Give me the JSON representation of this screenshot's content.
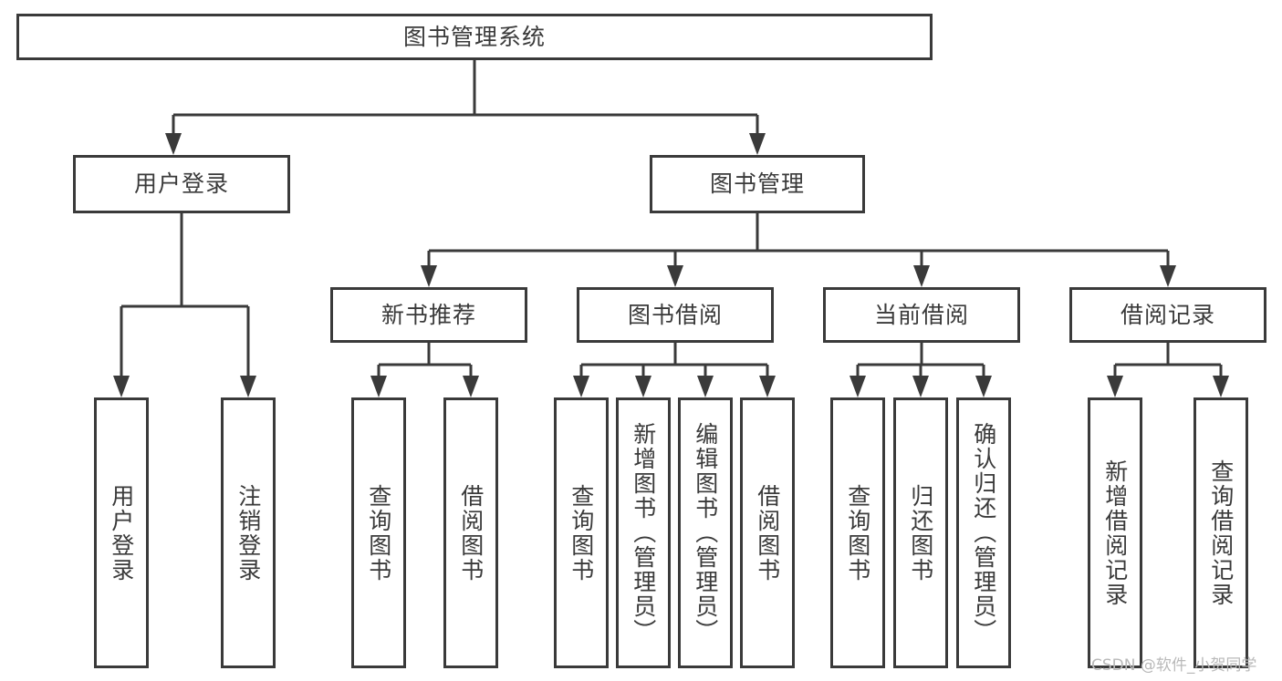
{
  "diagram": {
    "type": "tree-hierarchy-diagram",
    "title": "图书管理系统",
    "colors": {
      "stroke": "#3a3a3a",
      "fill": "#ffffff",
      "text": "#3a3a3a",
      "watermark": "#b9b9b9"
    },
    "root": {
      "id": "root",
      "label": "图书管理系统",
      "orientation": "horizontal"
    },
    "level2": [
      {
        "id": "user-login",
        "label": "用户登录",
        "orientation": "horizontal"
      },
      {
        "id": "book-management",
        "label": "图书管理",
        "orientation": "horizontal"
      }
    ],
    "level3": [
      {
        "id": "new-book-recommend",
        "label": "新书推荐",
        "orientation": "horizontal",
        "parent": "book-management"
      },
      {
        "id": "book-borrow",
        "label": "图书借阅",
        "orientation": "horizontal",
        "parent": "book-management"
      },
      {
        "id": "current-borrow",
        "label": "当前借阅",
        "orientation": "horizontal",
        "parent": "book-management"
      },
      {
        "id": "borrow-record",
        "label": "借阅记录",
        "orientation": "horizontal",
        "parent": "book-management"
      }
    ],
    "leaves": {
      "user-login": [
        {
          "id": "leaf-user-login",
          "label": "用户登录"
        },
        {
          "id": "leaf-user-logout",
          "label": "注销登录"
        }
      ],
      "new-book-recommend": [
        {
          "id": "leaf-query-book-1",
          "label": "查询图书"
        },
        {
          "id": "leaf-borrow-book-1",
          "label": "借阅图书"
        }
      ],
      "book-borrow": [
        {
          "id": "leaf-query-book-2",
          "label": "查询图书"
        },
        {
          "id": "leaf-add-book",
          "label": "新增图书（管理员）"
        },
        {
          "id": "leaf-edit-book",
          "label": "编辑图书（管理员）"
        },
        {
          "id": "leaf-borrow-book-2",
          "label": "借阅图书"
        }
      ],
      "current-borrow": [
        {
          "id": "leaf-query-book-3",
          "label": "查询图书"
        },
        {
          "id": "leaf-return-book",
          "label": "归还图书"
        },
        {
          "id": "leaf-confirm-return",
          "label": "确认归还（管理员）"
        }
      ],
      "borrow-record": [
        {
          "id": "leaf-add-record",
          "label": "新增借阅记录"
        },
        {
          "id": "leaf-query-record",
          "label": "查询借阅记录"
        }
      ]
    }
  },
  "watermark": {
    "text": "CSDN @软件_小贺同学"
  }
}
